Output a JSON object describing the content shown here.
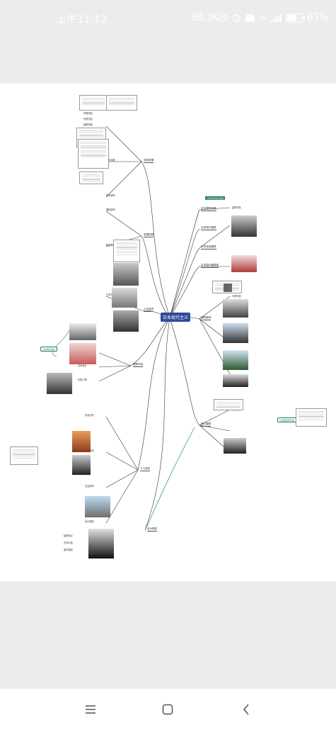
{
  "status_bar": {
    "time": "上午11:12",
    "net_speed": "30.3K/s",
    "network": "5G",
    "battery": "67%",
    "battery_level": 0.67
  },
  "mindmap": {
    "center": "日本现代主义",
    "left_branches": [
      {
        "label": "战前发展"
      },
      {
        "label": "发展历程"
      },
      {
        "label": "人生经历"
      },
      {
        "label": "建筑作品"
      },
      {
        "label": "个人经历"
      },
      {
        "label": "设计理念"
      }
    ],
    "left_leaves": [
      "早期作品",
      "代表作品",
      "建筑风格",
      "技术创新",
      "学术研究",
      "国际影响",
      "教育背景",
      "日本传统",
      "材料运用",
      "空间设计",
      "代表人物",
      "作品分析",
      "历史背景",
      "社会影响",
      "设计理念",
      "建筑特点",
      "艺术价值",
      "城市规划"
    ],
    "right_branches": [
      {
        "label": "日本建筑发展"
      },
      {
        "label": "日本现代建筑"
      },
      {
        "label": "日本传统建筑"
      },
      {
        "label": "日本现代建筑师"
      },
      {
        "label": "建筑案例"
      },
      {
        "label": "其它建筑"
      }
    ],
    "right_leaves": [
      "建筑作品",
      "设计风格",
      "材料运用",
      "代表作品",
      "空间布局",
      "历史意义"
    ],
    "teal_tags": [
      "日本现代建筑发展"
    ],
    "outline_tags": [
      "日本现代建筑",
      "日本建筑师作品"
    ]
  },
  "nav": {
    "menu_icon": "menu-icon",
    "home_icon": "home-icon",
    "back_icon": "back-icon"
  },
  "colors": {
    "center": "#2e4a9b",
    "teal": "#1e7a66",
    "background": "#ececec"
  }
}
